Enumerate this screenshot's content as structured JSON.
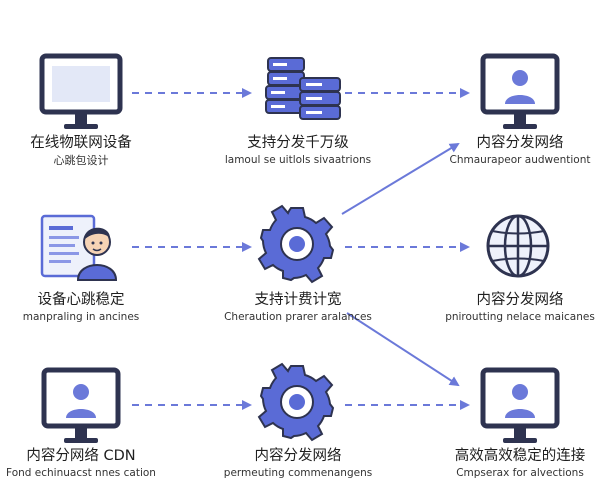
{
  "colors": {
    "accent": "#5a6bd6",
    "accent_light": "#8b97e6",
    "dark": "#2e3350",
    "arrow": "#6b79d9"
  },
  "nodes": {
    "r1c1": {
      "icon": "monitor-icon",
      "title": "在线物联网设备",
      "sub": "心跳包设计"
    },
    "r1c2": {
      "icon": "server-stack-icon",
      "title": "支持分发千万级",
      "sub": "lamoul se uitlols sivaatrions"
    },
    "r1c3": {
      "icon": "monitor-user-icon",
      "title": "内容分发网络",
      "sub": "Chmaurapeor audwentiont"
    },
    "r2c1": {
      "icon": "user-document-icon",
      "title": "设备心跳稳定",
      "sub": "manpraling in ancines"
    },
    "r2c2": {
      "icon": "gear-icon",
      "title": "支持计费计宽",
      "sub": "Cheraution prarer aralances"
    },
    "r2c3": {
      "icon": "globe-icon",
      "title": "内容分发网络",
      "sub": "pniroutting nelace maicanes"
    },
    "r3c1": {
      "icon": "monitor-user-icon",
      "title": "内容分网络 CDN",
      "sub": "Fond echinuacst nnes cation"
    },
    "r3c2": {
      "icon": "gear-icon",
      "title": "内容分发网络",
      "sub": "permeuting commenangens"
    },
    "r3c3": {
      "icon": "monitor-user-icon",
      "title": "高效高效稳定的连接",
      "sub": "Cmpserax for alvections"
    }
  }
}
